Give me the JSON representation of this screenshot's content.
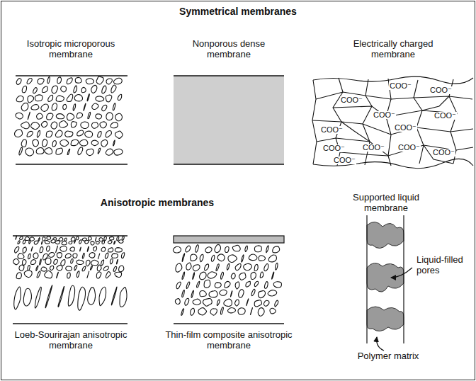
{
  "diagram": {
    "labels": [
      "Symmetrical membranes",
      "Isotropic microporous membrane",
      "Nonporous dense membrane",
      "Electrically charged membrane",
      "COO⁻",
      "COO⁻",
      "COO⁻",
      "COO⁻",
      "COO⁻",
      "COO⁻",
      "COO⁻",
      "COO⁻",
      "COO⁻",
      "COO⁻",
      "COO⁻",
      "COO⁻",
      "Anisotropic membranes",
      "Supported liquid membrane",
      "Liquid-filled pores",
      "Polymer matrix",
      "Loeb-Sourirajan anisotropic membrane",
      "Thin-film composite anisotropic membrane"
    ]
  }
}
